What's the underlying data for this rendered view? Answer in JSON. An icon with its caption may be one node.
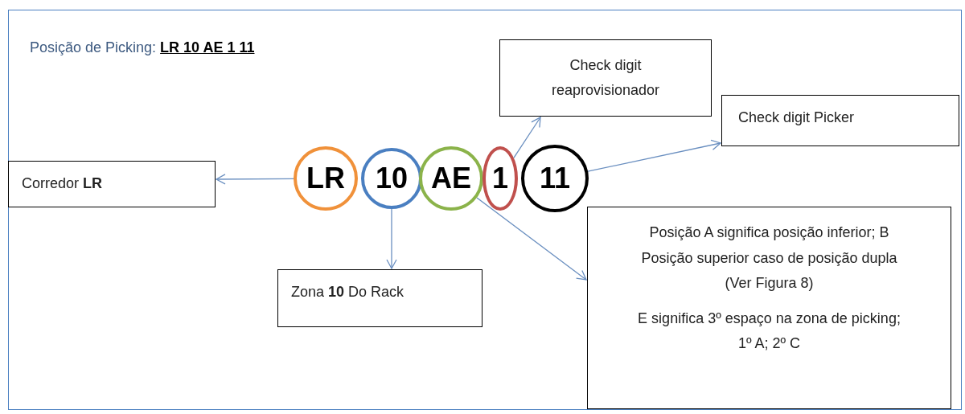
{
  "diagram": {
    "title": "Posição de Picking: **LR 10 AE 1 11**",
    "nodes": [
      {
        "text": [
          "LR"
        ]
      },
      {
        "text": [
          "10"
        ]
      },
      {
        "text": [
          "AE"
        ]
      },
      {
        "text": [
          "1"
        ]
      },
      {
        "text": [
          "11"
        ]
      },
      {
        "text": [
          "Corredor **LR**"
        ]
      },
      {
        "text": [
          "Zona **10** Do Rack"
        ]
      },
      {
        "text": [
          "Check digit reaprovisionador"
        ]
      },
      {
        "text": [
          "Check digit Picker"
        ]
      },
      {
        "text": [
          "Posição A significa posição inferior; B Posição superior caso de posição dupla (Ver Figura 8)",
          "E significa 3º espaço na zona de picking; 1º A; 2º C"
        ]
      }
    ],
    "edges": [
      {
        "from": 0,
        "to": 5,
        "arrow": "to"
      },
      {
        "from": 1,
        "to": 6,
        "arrow": "to"
      },
      {
        "from": 3,
        "to": 7,
        "arrow": "to"
      },
      {
        "from": 4,
        "to": 8,
        "arrow": "to"
      },
      {
        "from": 2,
        "to": 9,
        "arrow": "to"
      }
    ]
  }
}
